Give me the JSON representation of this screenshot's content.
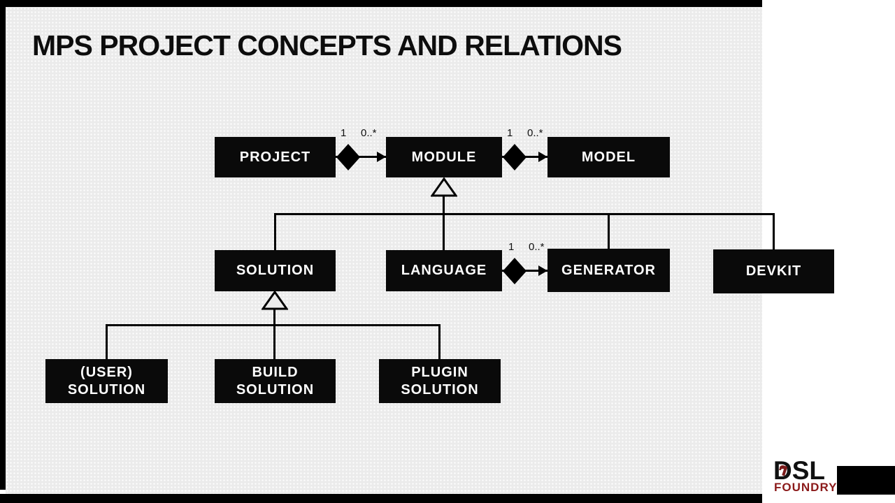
{
  "title": "MPS PROJECT CONCEPTS AND RELATIONS",
  "diagram": {
    "nodes": {
      "project": {
        "label": "PROJECT"
      },
      "module": {
        "label": "MODULE"
      },
      "model": {
        "label": "MODEL"
      },
      "solution": {
        "label": "SOLUTION"
      },
      "language": {
        "label": "LANGUAGE"
      },
      "generator": {
        "label": "GENERATOR"
      },
      "devkit": {
        "label": "DEVKIT"
      },
      "user_solution": {
        "line1": "(USER)",
        "line2": "SOLUTION"
      },
      "build_solution": {
        "line1": "BUILD",
        "line2": "SOLUTION"
      },
      "plugin_solution": {
        "line1": "PLUGIN",
        "line2": "SOLUTION"
      }
    },
    "associations": [
      {
        "from": "PROJECT",
        "to": "MODULE",
        "kind": "composition",
        "source_multiplicity": "1",
        "target_multiplicity": "0..*"
      },
      {
        "from": "MODULE",
        "to": "MODEL",
        "kind": "composition",
        "source_multiplicity": "1",
        "target_multiplicity": "0..*"
      },
      {
        "from": "LANGUAGE",
        "to": "GENERATOR",
        "kind": "composition",
        "source_multiplicity": "1",
        "target_multiplicity": "0..*"
      }
    ],
    "generalizations": [
      {
        "parent": "MODULE",
        "children": [
          "SOLUTION",
          "LANGUAGE",
          "GENERATOR",
          "DEVKIT"
        ]
      },
      {
        "parent": "SOLUTION",
        "children": [
          "(USER) SOLUTION",
          "BUILD SOLUTION",
          "PLUGIN SOLUTION"
        ]
      }
    ]
  },
  "logo": {
    "name": "DSL",
    "subtitle": "FOUNDRY"
  },
  "colors": {
    "slide_bg": "#ebebeb",
    "frame": "#000000",
    "node_bg": "#0a0a0a",
    "node_text": "#ffffff",
    "logo_accent": "#8b1a1a"
  }
}
